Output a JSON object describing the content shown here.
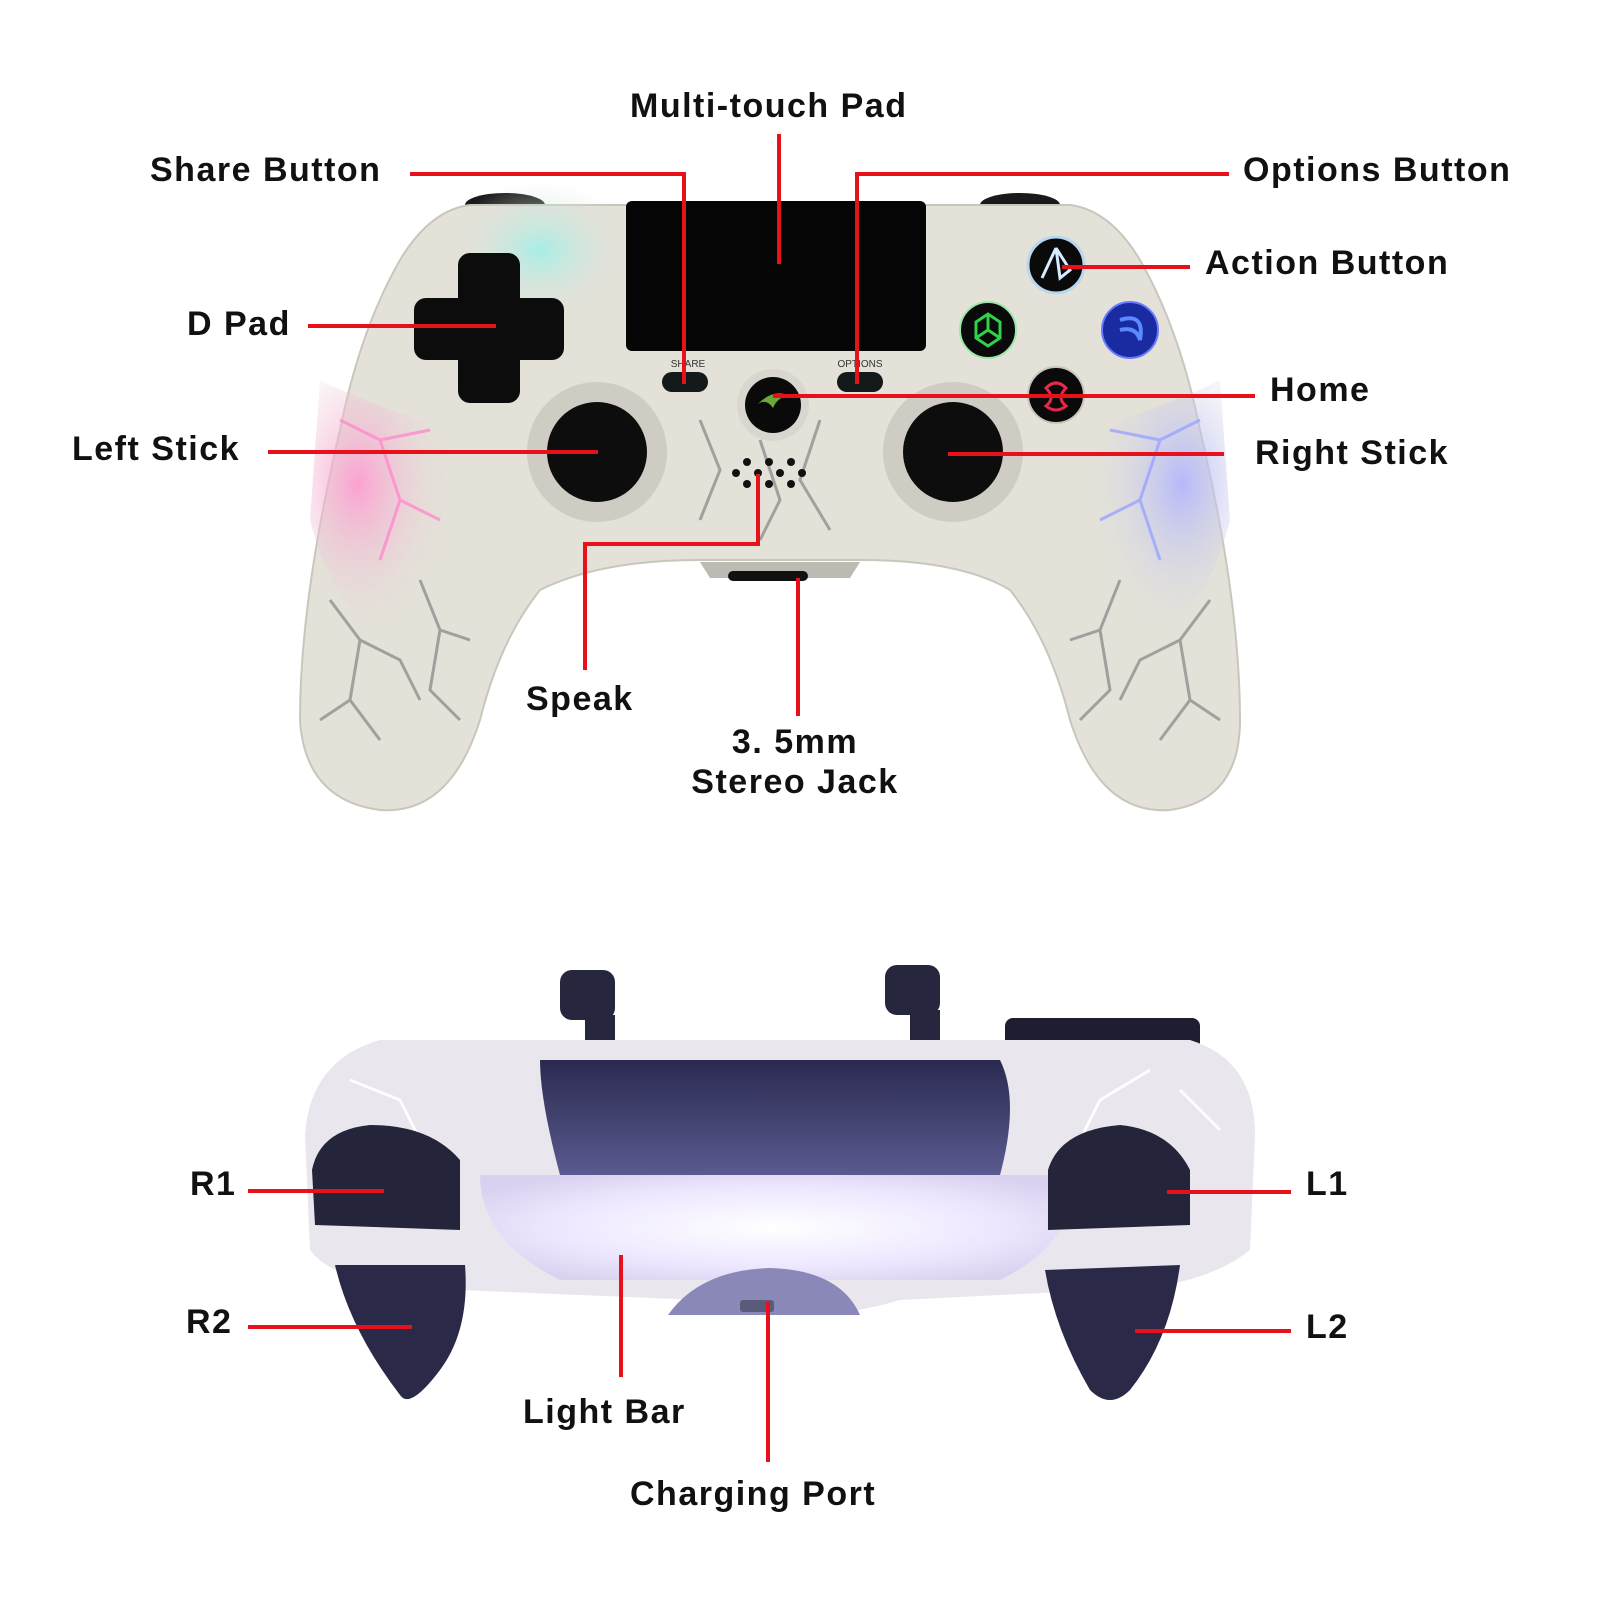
{
  "front_view": {
    "labels": {
      "multi_touch_pad": "Multi-touch Pad",
      "share_button": "Share Button",
      "options_button": "Options Button",
      "action_button": "Action Button",
      "d_pad": "D Pad",
      "home": "Home",
      "left_stick": "Left Stick",
      "right_stick": "Right Stick",
      "speak": "Speak",
      "stereo_jack_line1": "3. 5mm",
      "stereo_jack_line2": "Stereo Jack"
    },
    "printed_text": {
      "share": "SHARE",
      "options": "OPTIONS"
    }
  },
  "top_view": {
    "labels": {
      "r1": "R1",
      "r2": "R2",
      "l1": "L1",
      "l2": "L2",
      "light_bar": "Light Bar",
      "charging_port": "Charging Port"
    }
  },
  "colors": {
    "leader_line": "#e8101a",
    "label_text": "#111111",
    "shell": "#e6e4dc",
    "cracks": "#8a8a8a",
    "touchpad": "#050505",
    "triangle_glow": "#b8d8f0",
    "square_glow": "#2fd24a",
    "circle_glow": "#1a3ef0",
    "cross_glow": "#e8284a",
    "home_logo": "#6aa83a",
    "light_bar_glow": "#f4efff",
    "trigger": "#2a2a44"
  }
}
